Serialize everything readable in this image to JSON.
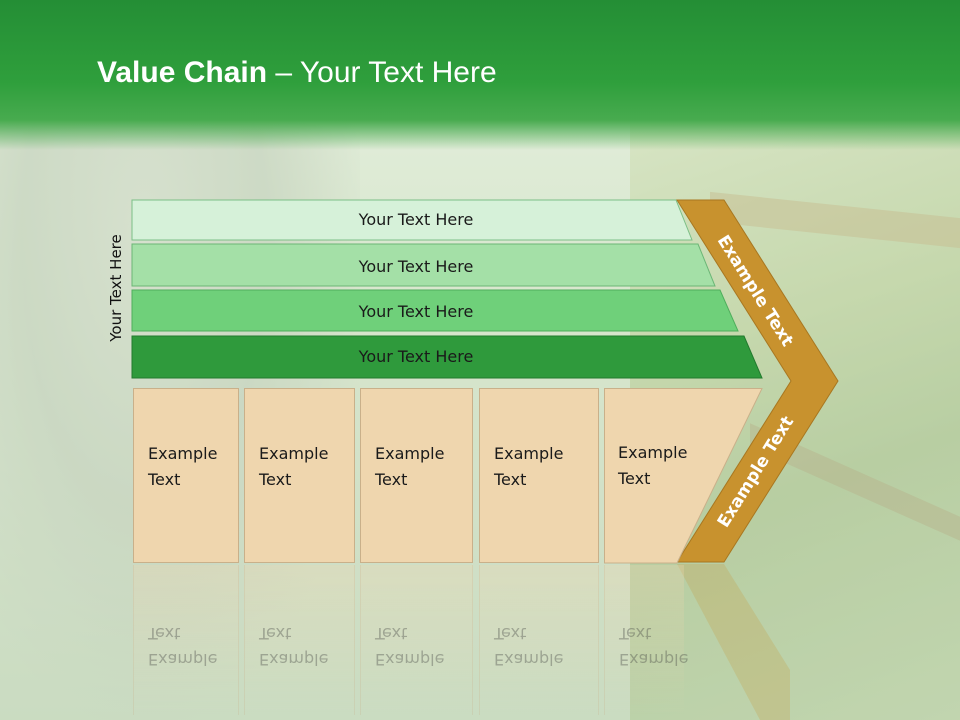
{
  "title": {
    "bold": "Value Chain",
    "rest": " – Your Text Here"
  },
  "side_label": "Your Text Here",
  "bars": [
    {
      "label": "Your Text Here",
      "color": "#d6f1d9"
    },
    {
      "label": "Your Text Here",
      "color": "#a4e0a7"
    },
    {
      "label": "Your Text Here",
      "color": "#6fd07a"
    },
    {
      "label": "Your Text Here",
      "color": "#2f9a3c"
    }
  ],
  "cards": [
    {
      "line1": "Example",
      "line2": "Text"
    },
    {
      "line1": "Example",
      "line2": "Text"
    },
    {
      "line1": "Example",
      "line2": "Text"
    },
    {
      "line1": "Example",
      "line2": "Text"
    },
    {
      "line1": "Example",
      "line2": "Text"
    }
  ],
  "chevron": {
    "upper_label": "Example Text",
    "lower_label": "Example Text",
    "color": "#c8922e"
  },
  "card_color": "#efd6ae",
  "header_color": "#2a9a3a"
}
